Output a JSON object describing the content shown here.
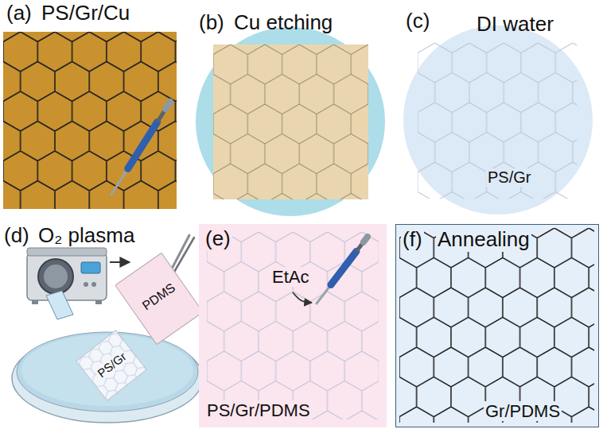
{
  "diagram": {
    "nodes": [
      {
        "text": [
          "(a)",
          "PS/Gr/Cu"
        ]
      },
      {
        "text": [
          "(b)",
          "Cu etching"
        ]
      },
      {
        "text": [
          "(c)",
          "DI water",
          "PS/Gr"
        ]
      },
      {
        "text": [
          "PDMS"
        ]
      },
      {
        "text": [
          "PS/Gr"
        ]
      },
      {
        "text": [
          "(e)",
          "EtAc",
          "PS/Gr/PDMS"
        ]
      },
      {
        "text": [
          "(f)",
          "Annealing",
          "Gr/PDMS"
        ]
      }
    ],
    "labels": [
      "(d)",
      "O₂ plasma"
    ]
  }
}
